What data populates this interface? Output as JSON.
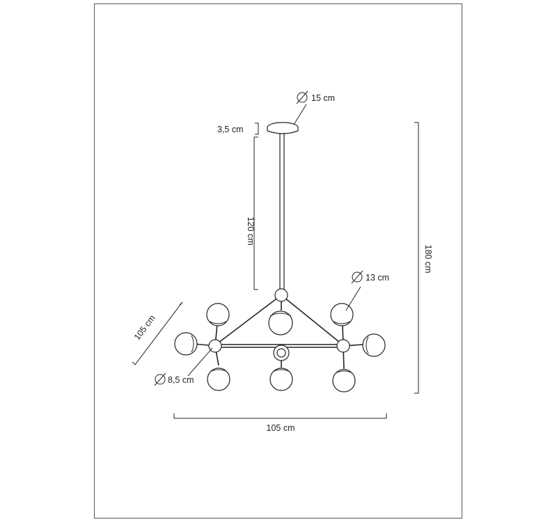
{
  "diagram": {
    "labels": {
      "canopy_diameter": "15 cm",
      "canopy_height": "3,5 cm",
      "rod_length": "120 cm",
      "total_height": "180 cm",
      "globe_diameter": "13 cm",
      "depth": "105 cm",
      "joint_diameter": "8,5 cm",
      "width": "105 cm"
    },
    "icons": {
      "diameter_symbol": "diameter-icon"
    }
  }
}
